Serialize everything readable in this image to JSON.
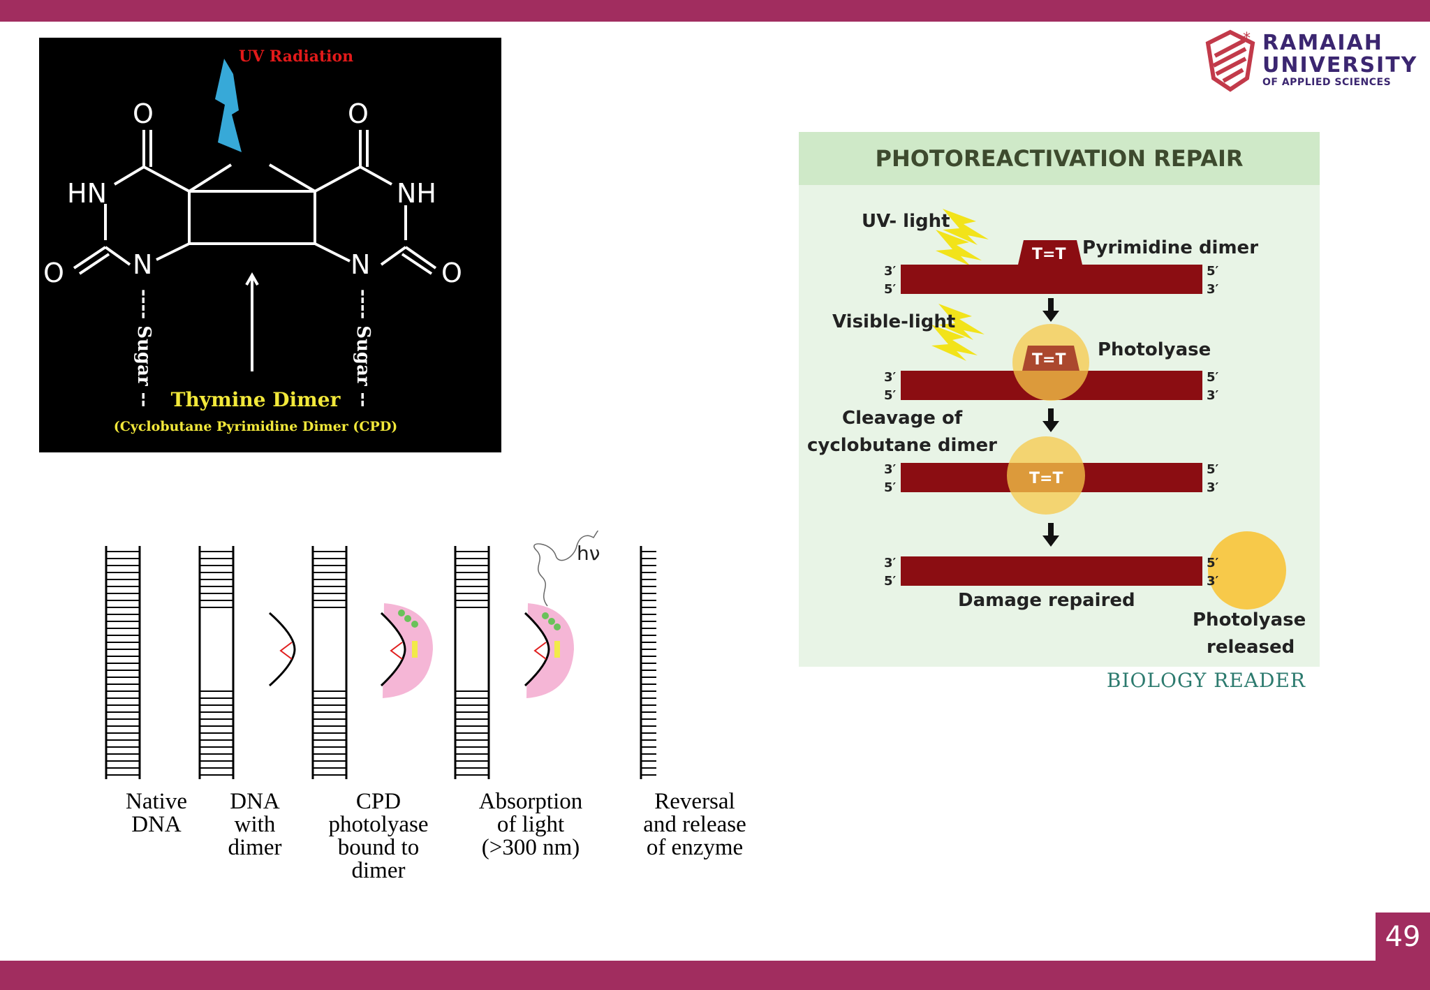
{
  "slide": {
    "page_number": "49"
  },
  "logo": {
    "line1": "RAMAIAH",
    "line2": "UNIVERSITY",
    "line3": "OF APPLIED SCIENCES"
  },
  "thymine_dimer": {
    "uv_label": "UV Radiation",
    "atom_o": "O",
    "atom_hn": "HN",
    "atom_nh": "NH",
    "atom_n": "N",
    "sugar": "---- Sugar --",
    "title": "Thymine Dimer",
    "subtitle": "(Cyclobutane Pyrimidine Dimer (CPD)",
    "colors": {
      "bg": "#000000",
      "uv_text": "#e21a1a",
      "bolt": "#37a9d8",
      "title": "#f2e83a"
    }
  },
  "photoreactivation": {
    "header": "PHOTOREACTIVATION REPAIR",
    "uv_light": "UV- light",
    "pyrimidine_dimer": "Pyrimidine dimer",
    "visible_light": "Visible-light",
    "photolyase": "Photolyase",
    "cleavage_l1": "Cleavage of",
    "cleavage_l2": "cyclobutane dimer",
    "damage_repaired": "Damage repaired",
    "released_l1": "Photolyase",
    "released_l2": "released",
    "tt": "T=T",
    "end_3": "3′",
    "end_5": "5′",
    "credit": "BIOLOGY READER",
    "colors": {
      "dna": "#8b0d12",
      "enzyme": "#f7c94a",
      "bolt": "#f2e31a",
      "panel": "#e8f4e6"
    }
  },
  "mechanism_steps": {
    "hv": "hν",
    "captions": [
      "Native\nDNA",
      "DNA\nwith\ndimer",
      "CPD\nphotolyase\nbound to\ndimer",
      "Absorption\nof light\n(>300 nm)",
      "Reversal\nand release\nof enzyme"
    ]
  }
}
